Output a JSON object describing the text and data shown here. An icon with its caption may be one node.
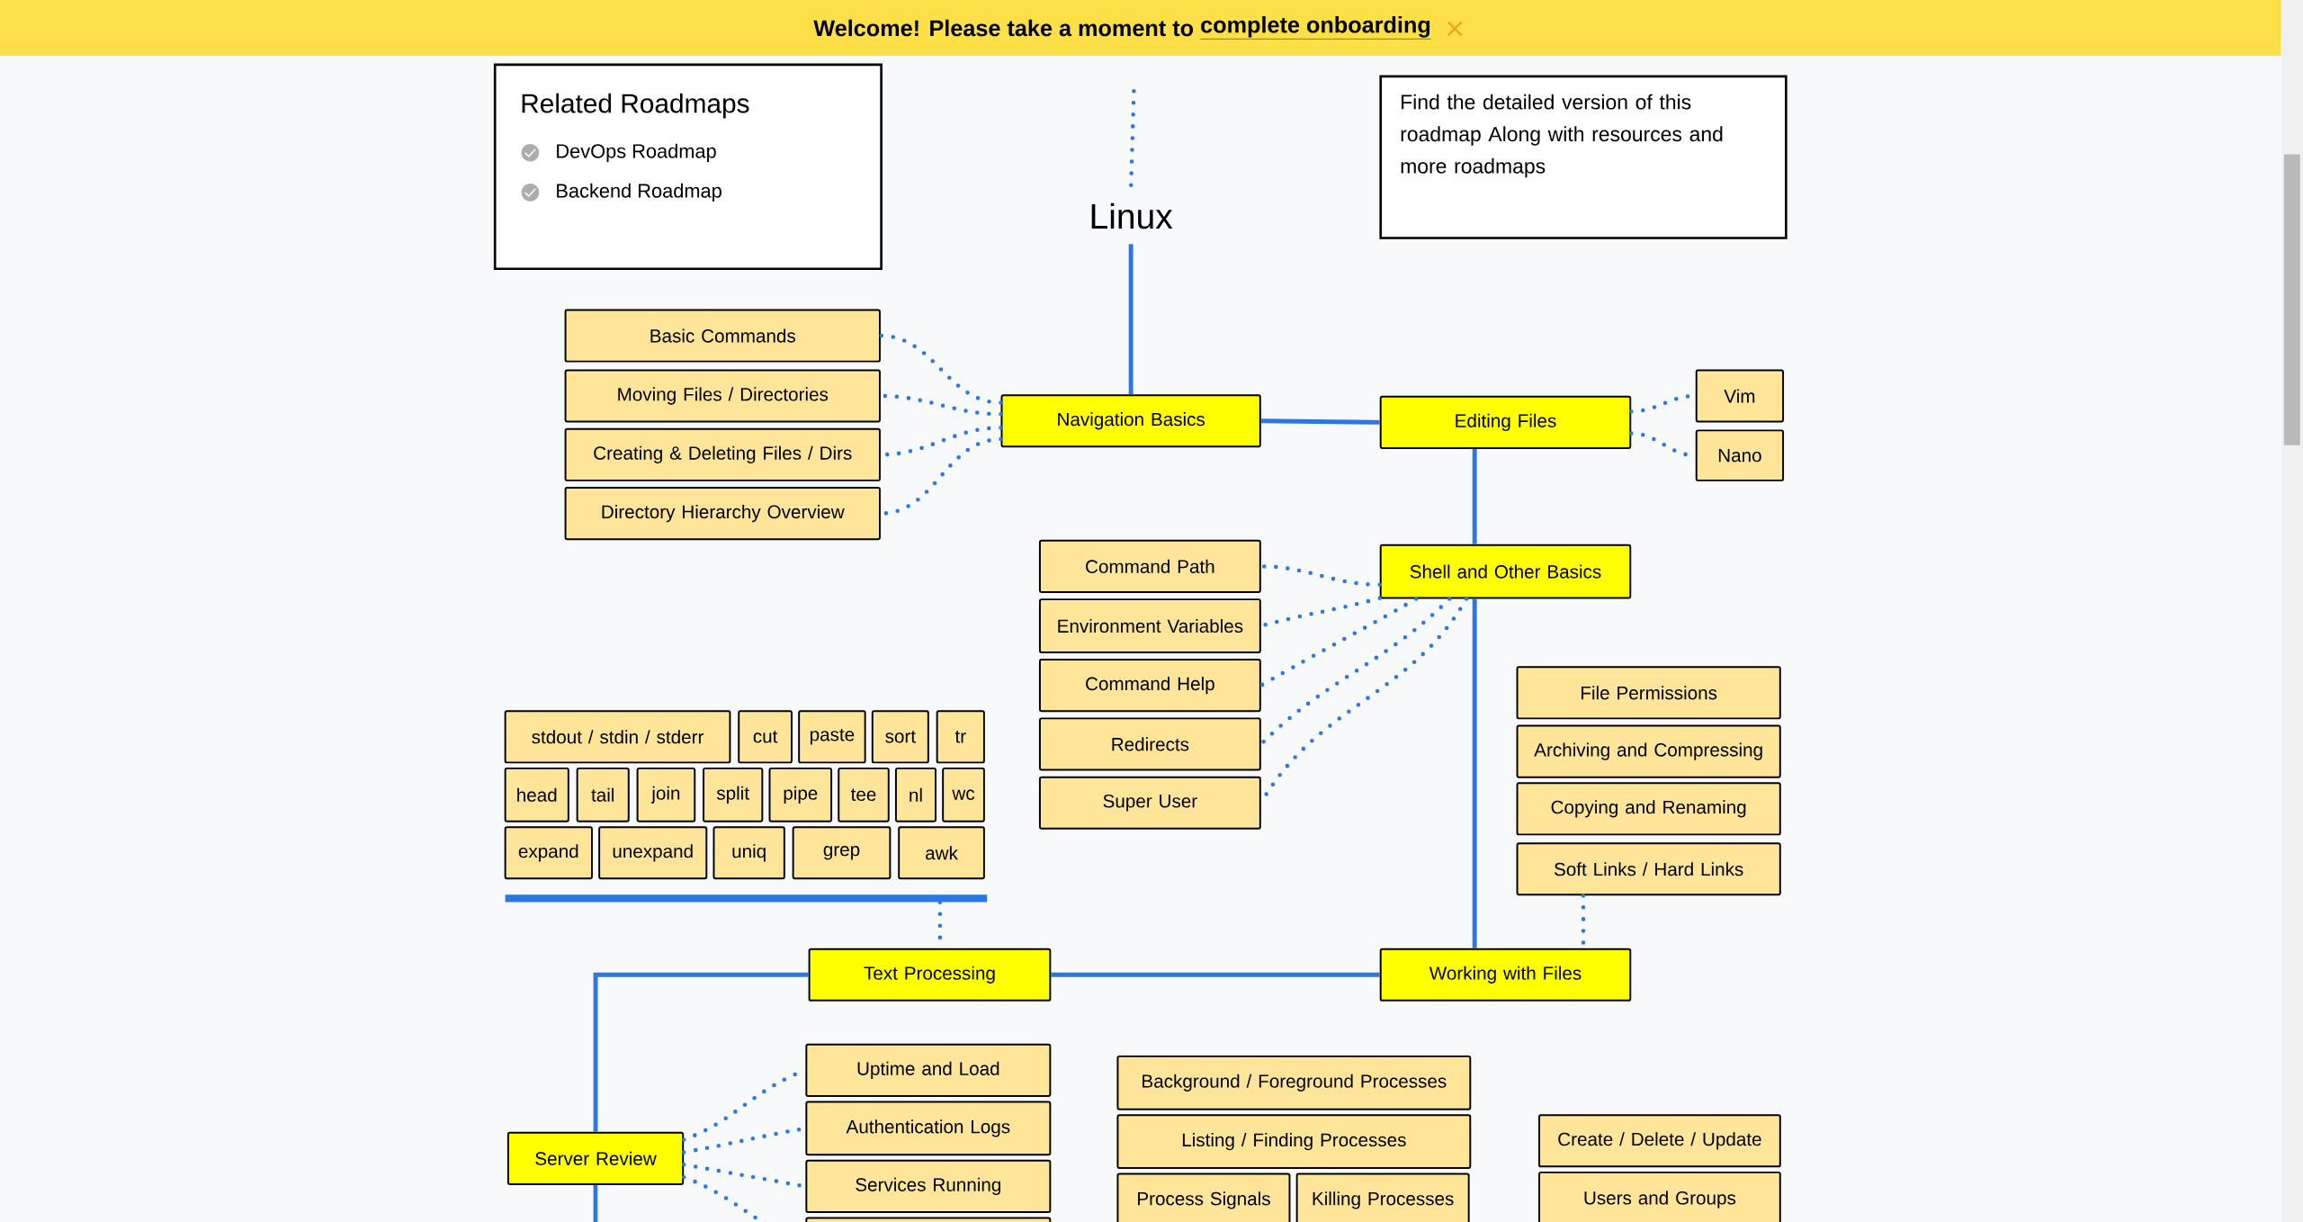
{
  "diagram": {
    "nodes": [
      {
        "text": [
          "Linux"
        ]
      },
      {
        "text": [
          "Basic Commands"
        ]
      },
      {
        "text": [
          "Moving Files / Directories"
        ]
      },
      {
        "text": [
          "Creating & Deleting Files / Dirs"
        ]
      },
      {
        "text": [
          "Directory Hierarchy Overview"
        ]
      },
      {
        "text": [
          "Navigation Basics"
        ]
      },
      {
        "text": [
          "Editing Files"
        ]
      },
      {
        "text": [
          "Vim"
        ]
      },
      {
        "text": [
          "Nano"
        ]
      },
      {
        "text": [
          "Command Path"
        ]
      },
      {
        "text": [
          "Environment Variables"
        ]
      },
      {
        "text": [
          "Command Help"
        ]
      },
      {
        "text": [
          "Redirects"
        ]
      },
      {
        "text": [
          "Super User"
        ]
      },
      {
        "text": [
          "Shell and Other Basics"
        ]
      },
      {
        "text": [
          "File Permissions"
        ]
      },
      {
        "text": [
          "Archiving and Compressing"
        ]
      },
      {
        "text": [
          "Copying and Renaming"
        ]
      },
      {
        "text": [
          "Soft Links / Hard Links"
        ]
      },
      {
        "text": [
          "stdout / stdin / stderr"
        ]
      },
      {
        "text": [
          "cut"
        ]
      },
      {
        "text": [
          "paste"
        ]
      },
      {
        "text": [
          "sort"
        ]
      },
      {
        "text": [
          "tr"
        ]
      },
      {
        "text": [
          "head"
        ]
      },
      {
        "text": [
          "tail"
        ]
      },
      {
        "text": [
          "join"
        ]
      },
      {
        "text": [
          "split"
        ]
      },
      {
        "text": [
          "pipe"
        ]
      },
      {
        "text": [
          "tee"
        ]
      },
      {
        "text": [
          "nl"
        ]
      },
      {
        "text": [
          "wc"
        ]
      },
      {
        "text": [
          "expand"
        ]
      },
      {
        "text": [
          "unexpand"
        ]
      },
      {
        "text": [
          "uniq"
        ]
      },
      {
        "text": [
          "grep"
        ]
      },
      {
        "text": [
          "awk"
        ]
      },
      {
        "text": [],
        "shape": "bar"
      },
      {
        "text": [
          "Text Processing"
        ]
      },
      {
        "text": [
          "Working with Files"
        ]
      },
      {
        "text": [
          "Server Review"
        ]
      },
      {
        "text": [
          "Uptime and Load"
        ]
      },
      {
        "text": [
          "Authentication Logs"
        ]
      },
      {
        "text": [
          "Services Running"
        ]
      },
      {
        "text": [],
        "shape": "box"
      },
      {
        "text": [
          "Background / Foreground Processes"
        ]
      },
      {
        "text": [
          "Listing / Finding Processes"
        ]
      },
      {
        "text": [
          "Process Signals"
        ]
      },
      {
        "text": [
          "Killing Processes"
        ]
      },
      {
        "text": [
          "Create / Delete / Update"
        ]
      },
      {
        "text": [
          "Users and Groups"
        ]
      },
      {
        "text": [
          "Related Roadmaps",
          "DevOps Roadmap",
          "Backend Roadmap"
        ]
      },
      {
        "text": [
          "Find the detailed version of this roadmap Along with resources and more roadmaps"
        ]
      }
    ],
    "edges": [
      {
        "from": null,
        "to": 0,
        "arrow": "none",
        "style": "dashed"
      },
      {
        "from": 0,
        "to": 5,
        "arrow": "none"
      },
      {
        "from": 5,
        "to": 1,
        "arrow": "none",
        "style": "dashed"
      },
      {
        "from": 5,
        "to": 2,
        "arrow": "none",
        "style": "dashed"
      },
      {
        "from": 5,
        "to": 3,
        "arrow": "none",
        "style": "dashed"
      },
      {
        "from": 5,
        "to": 4,
        "arrow": "none",
        "style": "dashed"
      },
      {
        "from": 5,
        "to": 6,
        "arrow": "none"
      },
      {
        "from": 6,
        "to": 7,
        "arrow": "none",
        "style": "dashed"
      },
      {
        "from": 6,
        "to": 8,
        "arrow": "none",
        "style": "dashed"
      },
      {
        "from": 6,
        "to": 14,
        "arrow": "none"
      },
      {
        "from": 14,
        "to": 9,
        "arrow": "none",
        "style": "dashed"
      },
      {
        "from": 14,
        "to": 10,
        "arrow": "none",
        "style": "dashed"
      },
      {
        "from": 14,
        "to": 11,
        "arrow": "none",
        "style": "dashed"
      },
      {
        "from": 14,
        "to": 12,
        "arrow": "none",
        "style": "dashed"
      },
      {
        "from": 14,
        "to": 13,
        "arrow": "none",
        "style": "dashed"
      },
      {
        "from": 14,
        "to": 39,
        "arrow": "none"
      },
      {
        "from": 18,
        "to": 39,
        "arrow": "none",
        "style": "dashed"
      },
      {
        "from": 39,
        "to": 38,
        "arrow": "none"
      },
      {
        "from": 37,
        "to": 38,
        "arrow": "none",
        "style": "dashed"
      },
      {
        "from": 38,
        "to": 40,
        "arrow": "none"
      },
      {
        "from": 40,
        "to": null,
        "arrow": "none"
      },
      {
        "from": 40,
        "to": 41,
        "arrow": "none",
        "style": "dashed"
      },
      {
        "from": 40,
        "to": 42,
        "arrow": "none",
        "style": "dashed"
      },
      {
        "from": 40,
        "to": 43,
        "arrow": "none",
        "style": "dashed"
      },
      {
        "from": 40,
        "to": 44,
        "arrow": "none",
        "style": "dashed"
      }
    ],
    "labels": [
      "Welcome! Please take a moment to",
      "complete onboarding"
    ]
  }
}
